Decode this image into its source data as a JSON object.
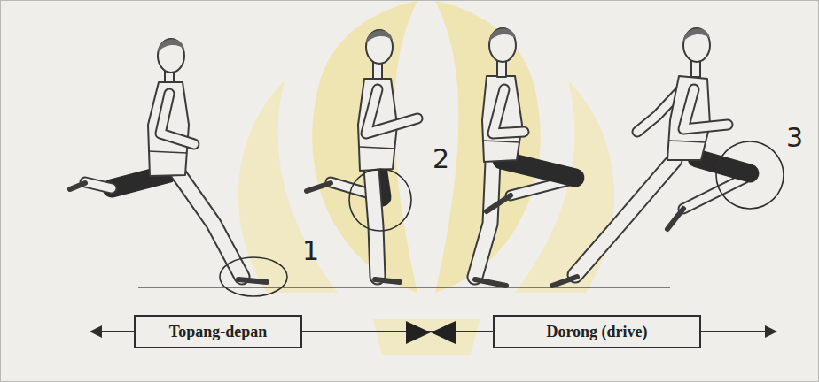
{
  "diagram": {
    "nodes": [
      {
        "text": [
          "Topang-depan"
        ]
      },
      {
        "text": [
          "Dorong (drive)"
        ]
      }
    ],
    "edges": [
      {
        "from": 0,
        "to": 1,
        "arrow": "none"
      }
    ],
    "labels": [
      "1",
      "2",
      "3"
    ]
  }
}
